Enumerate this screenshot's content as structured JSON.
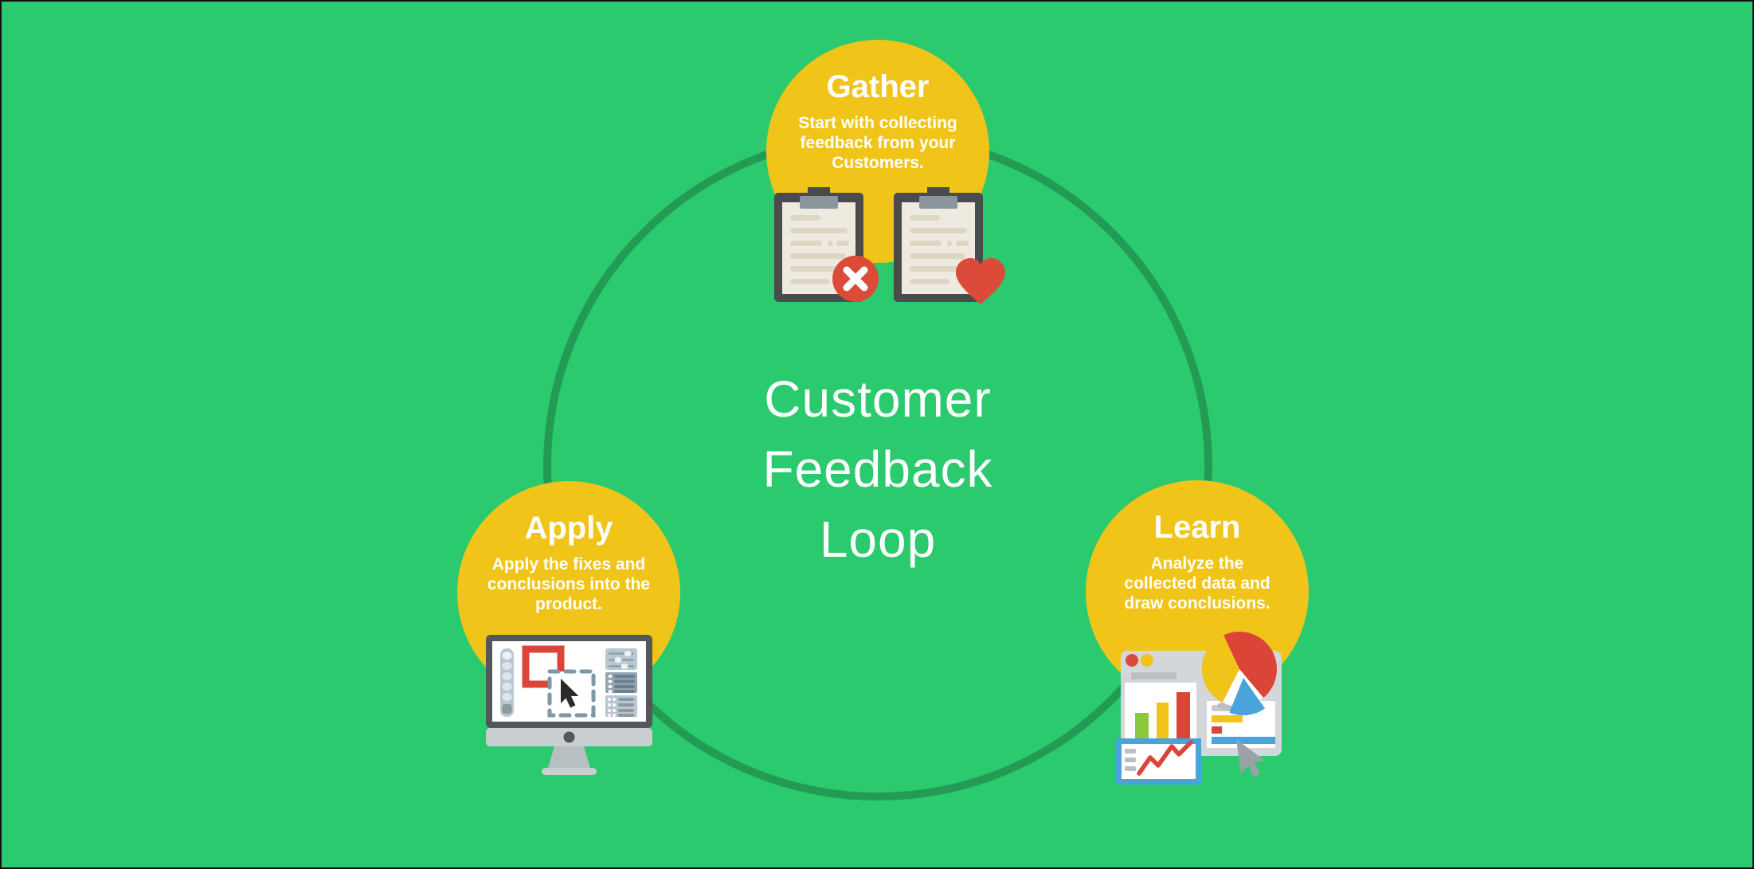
{
  "diagram": {
    "type": "cycle-infographic",
    "center_title": {
      "full": "Customer Feedback Loop",
      "lines": [
        "Customer",
        "Feedback",
        "Loop"
      ]
    },
    "nodes": [
      {
        "id": "gather",
        "title": "Gather",
        "description": "Start with collecting feedback from your Customers.",
        "lines": [
          "Start with collecting",
          "feedback from your",
          "Customers."
        ],
        "icon": "two-clipboards-with-x-badge-and-heart",
        "icon_elements": [
          "clipboard-icon",
          "x-badge-icon",
          "heart-icon"
        ]
      },
      {
        "id": "apply",
        "title": "Apply",
        "description": "Apply the fixes and conclusions into the product.",
        "lines": [
          "Apply the fixes and",
          "conclusions into the",
          "product."
        ],
        "icon": "desktop-monitor-design-app",
        "icon_elements": [
          "monitor-icon",
          "red-square-shape",
          "dashed-selection-box",
          "cursor-icon",
          "toolbar-icon",
          "properties-panel-icon"
        ]
      },
      {
        "id": "learn",
        "title": "Learn",
        "description": "Analyze the collected data and draw conclusions.",
        "lines": [
          "Analyze the",
          "collected data and",
          "draw conclusions."
        ],
        "icon": "analytics-dashboard",
        "icon_elements": [
          "browser-window-icon",
          "bar-chart-icon",
          "pie-chart-icon",
          "horizontal-bars-icon",
          "line-chart-card-icon",
          "cursor-icon"
        ]
      }
    ],
    "colors": {
      "background": "#2bca6e",
      "loop_ring": "#239b55",
      "node_circle": "#f0c419",
      "text": "#ffffff",
      "accent_red": "#dc4a3a",
      "accent_blue": "#4aa3db",
      "bar_green": "#8dc63f",
      "clipboard_dark": "#4a4b4d",
      "paper_cream": "#efeae0",
      "monitor_gray": "#54575a"
    }
  }
}
